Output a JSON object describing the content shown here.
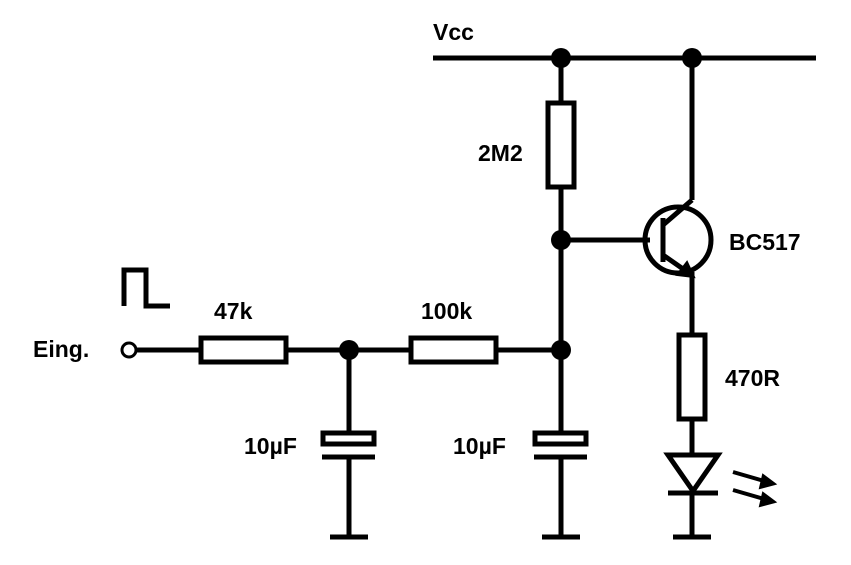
{
  "labels": {
    "vcc": "Vcc",
    "input": "Eing.",
    "r_input": "47k",
    "r_middle": "100k",
    "r_base": "2M2",
    "r_led": "470R",
    "transistor": "BC517",
    "cap_left": "10µF",
    "cap_right": "10µF"
  },
  "colors": {
    "ink": "#000000",
    "background": "#ffffff"
  }
}
